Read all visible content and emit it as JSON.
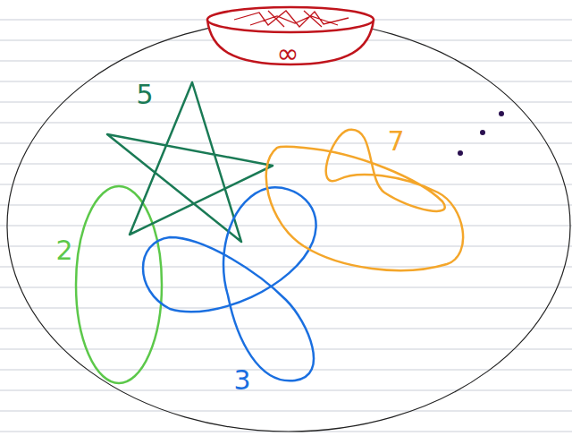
{
  "diagram": {
    "labels": [
      "∞",
      "5",
      "7",
      "2",
      "3"
    ]
  }
}
